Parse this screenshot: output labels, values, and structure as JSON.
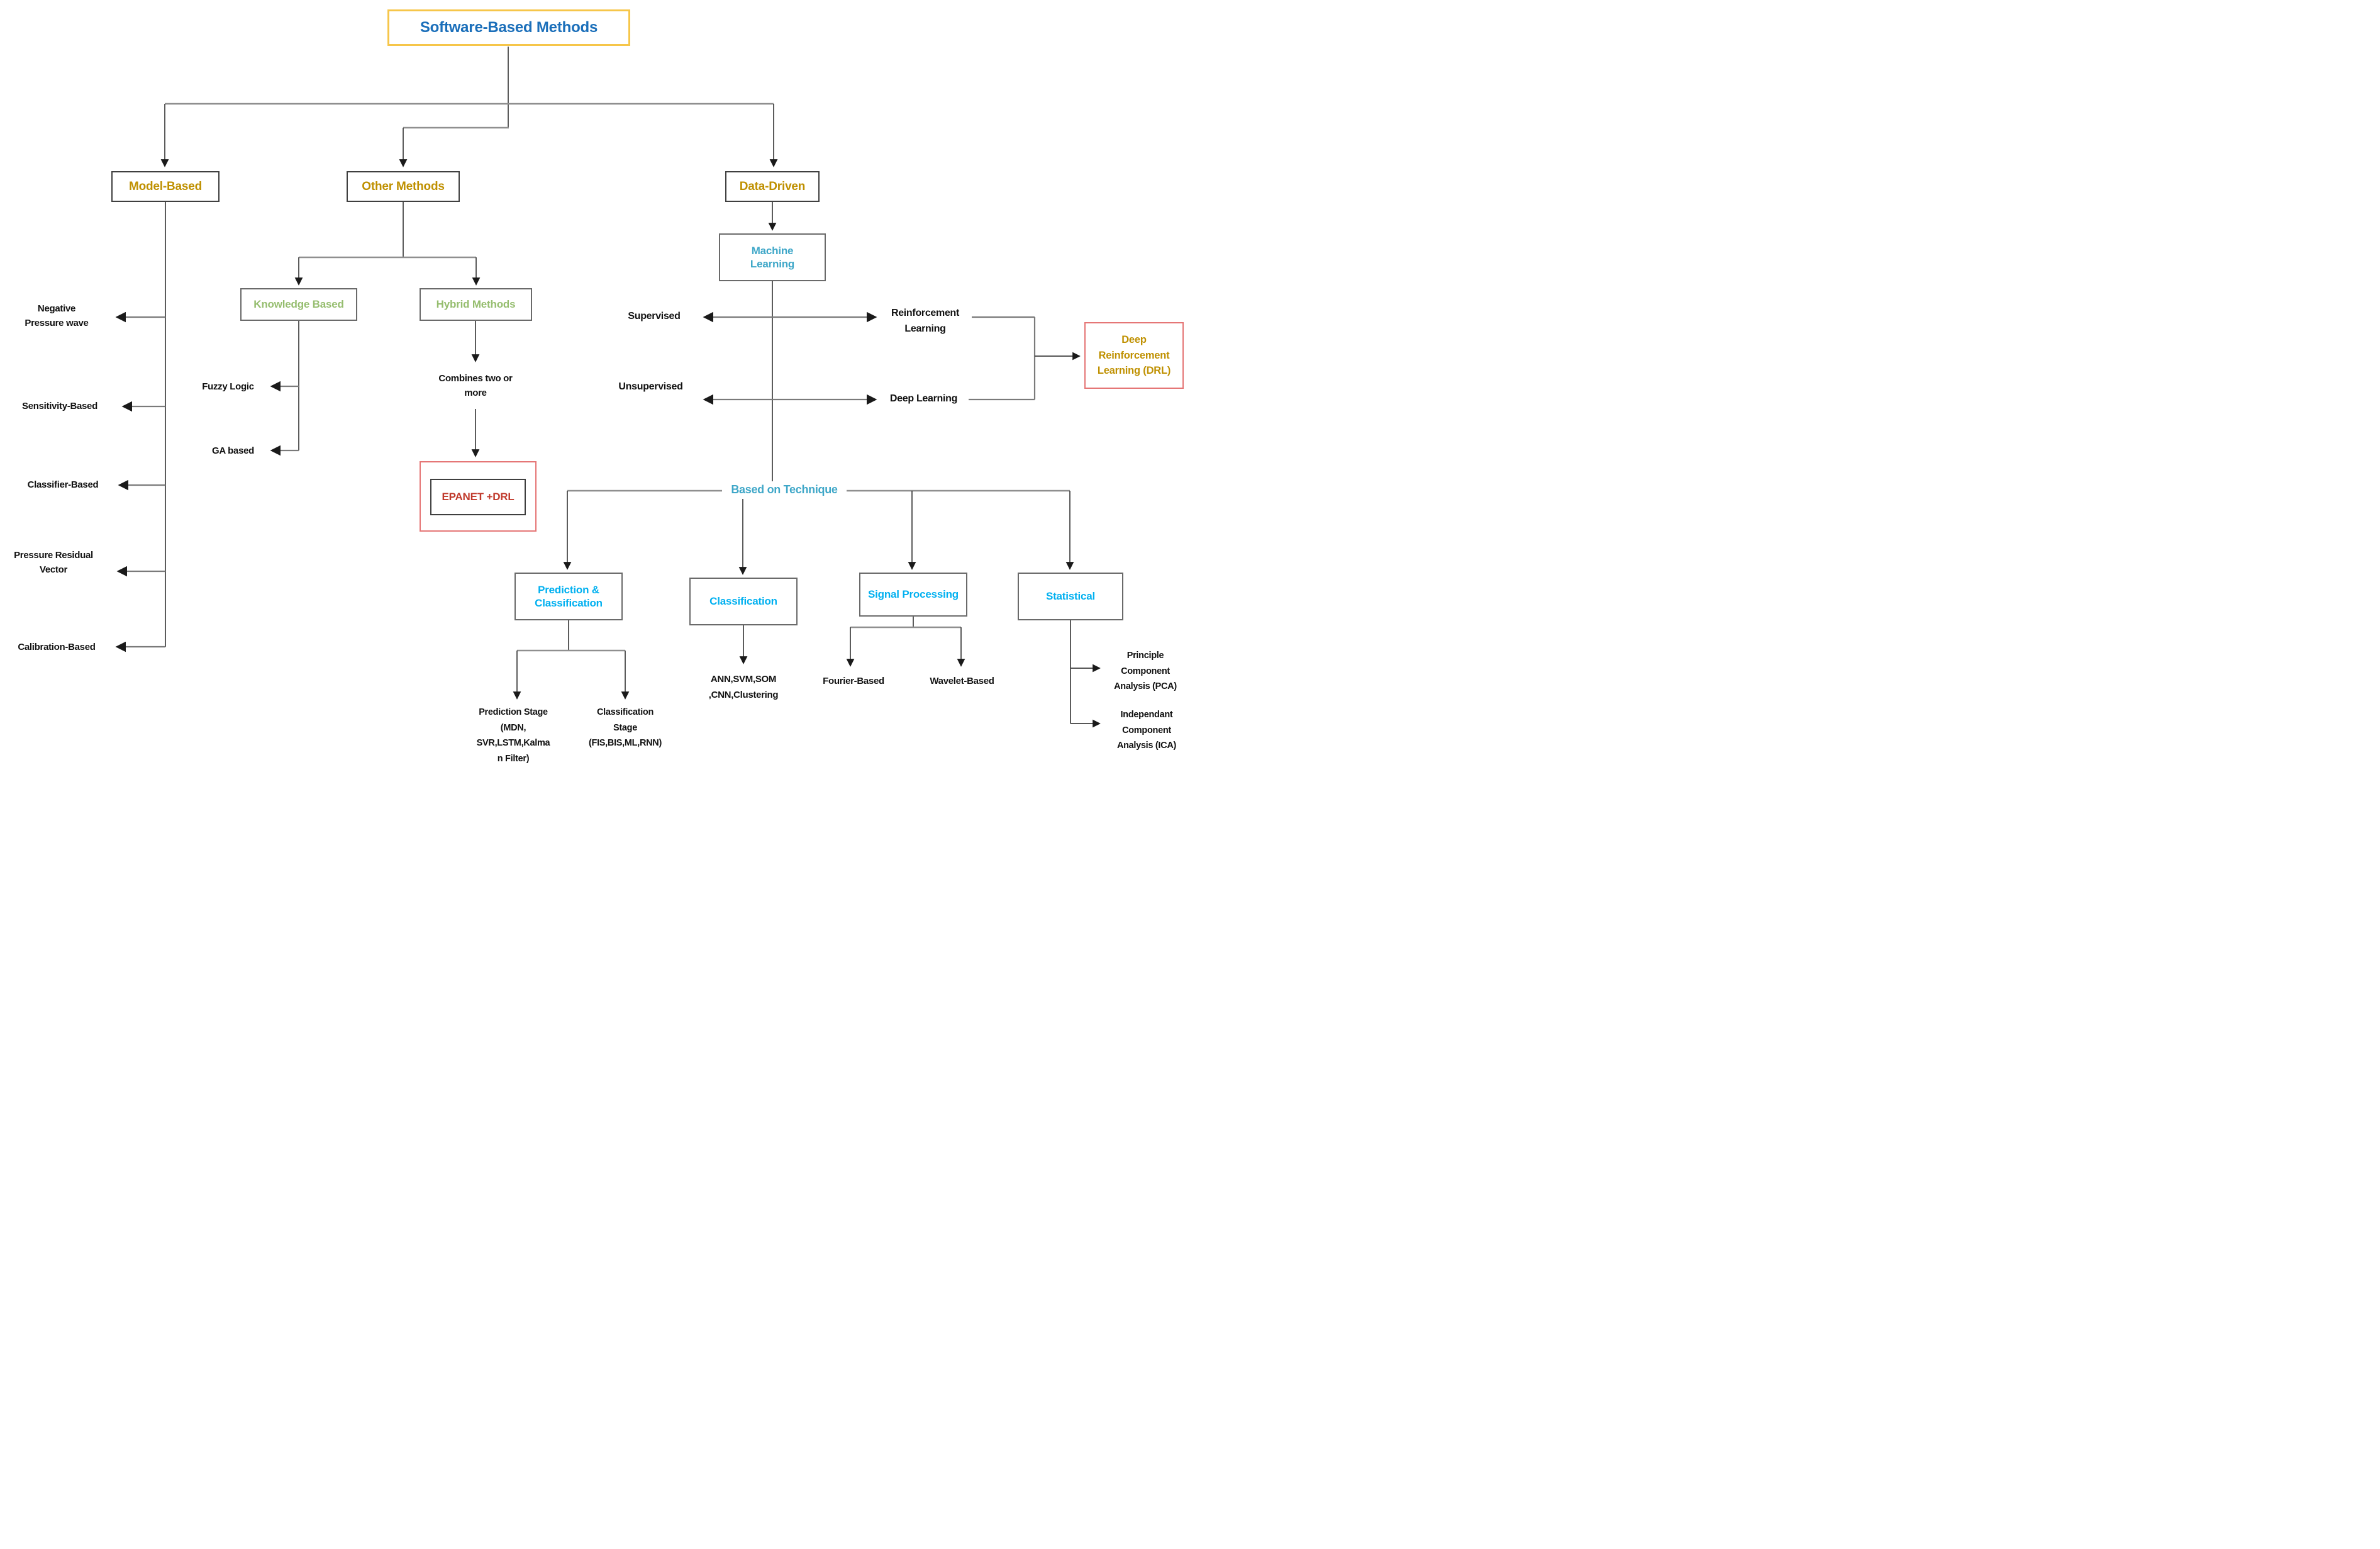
{
  "colors": {
    "title_text": "#1b6fba",
    "title_border": "#f6c64a",
    "gold_text": "#bf9000",
    "green_text": "#95bd6e",
    "teal_text": "#3fa7c8",
    "cyan_text": "#00b0f0",
    "red_text": "#c0392b",
    "pink_border": "#e57676",
    "box_border": "#3f3f3f",
    "line_gray": "#8f8f8f",
    "leaf_text": "#111111"
  },
  "title": {
    "label": "Software-Based Methods"
  },
  "model_based": {
    "label": "Model-Based",
    "items": [
      {
        "label": "Negative\nPressure wave"
      },
      {
        "label": "Sensitivity-Based"
      },
      {
        "label": "Classifier-Based"
      },
      {
        "label": "Pressure Residual\nVector"
      },
      {
        "label": "Calibration-Based"
      }
    ]
  },
  "other_methods": {
    "label": "Other Methods",
    "knowledge_based": {
      "label": "Knowledge Based",
      "items": [
        {
          "label": "Fuzzy Logic"
        },
        {
          "label": "GA based"
        }
      ]
    },
    "hybrid_methods": {
      "label": "Hybrid Methods",
      "note": "Combines two or\nmore",
      "result": "EPANET +DRL"
    }
  },
  "data_driven": {
    "label": "Data-Driven",
    "machine_learning": {
      "label": "Machine\nLearning"
    },
    "paradigms": {
      "supervised": "Supervised",
      "unsupervised": "Unsupervised",
      "reinforcement": "Reinforcement\nLearning",
      "deep": "Deep Learning",
      "drl": "Deep\nReinforcement\nLearning (DRL)"
    },
    "technique": {
      "label": "Based on Technique",
      "prediction_classification": {
        "label": "Prediction &\nClassification",
        "stages": [
          {
            "label": "Prediction Stage\n(MDN,\nSVR,LSTM,Kalma\nn Filter)"
          },
          {
            "label": "Classification\nStage\n(FIS,BIS,ML,RNN)"
          }
        ]
      },
      "classification": {
        "label": "Classification",
        "methods": "ANN,SVM,SOM\n,CNN,Clustering"
      },
      "signal_processing": {
        "label": "Signal Processing",
        "items": [
          {
            "label": "Fourier-Based"
          },
          {
            "label": "Wavelet-Based"
          }
        ]
      },
      "statistical": {
        "label": "Statistical",
        "items": [
          {
            "label": "Principle\nComponent\nAnalysis (PCA)"
          },
          {
            "label": "Independant\nComponent\nAnalysis (ICA)"
          }
        ]
      }
    }
  }
}
